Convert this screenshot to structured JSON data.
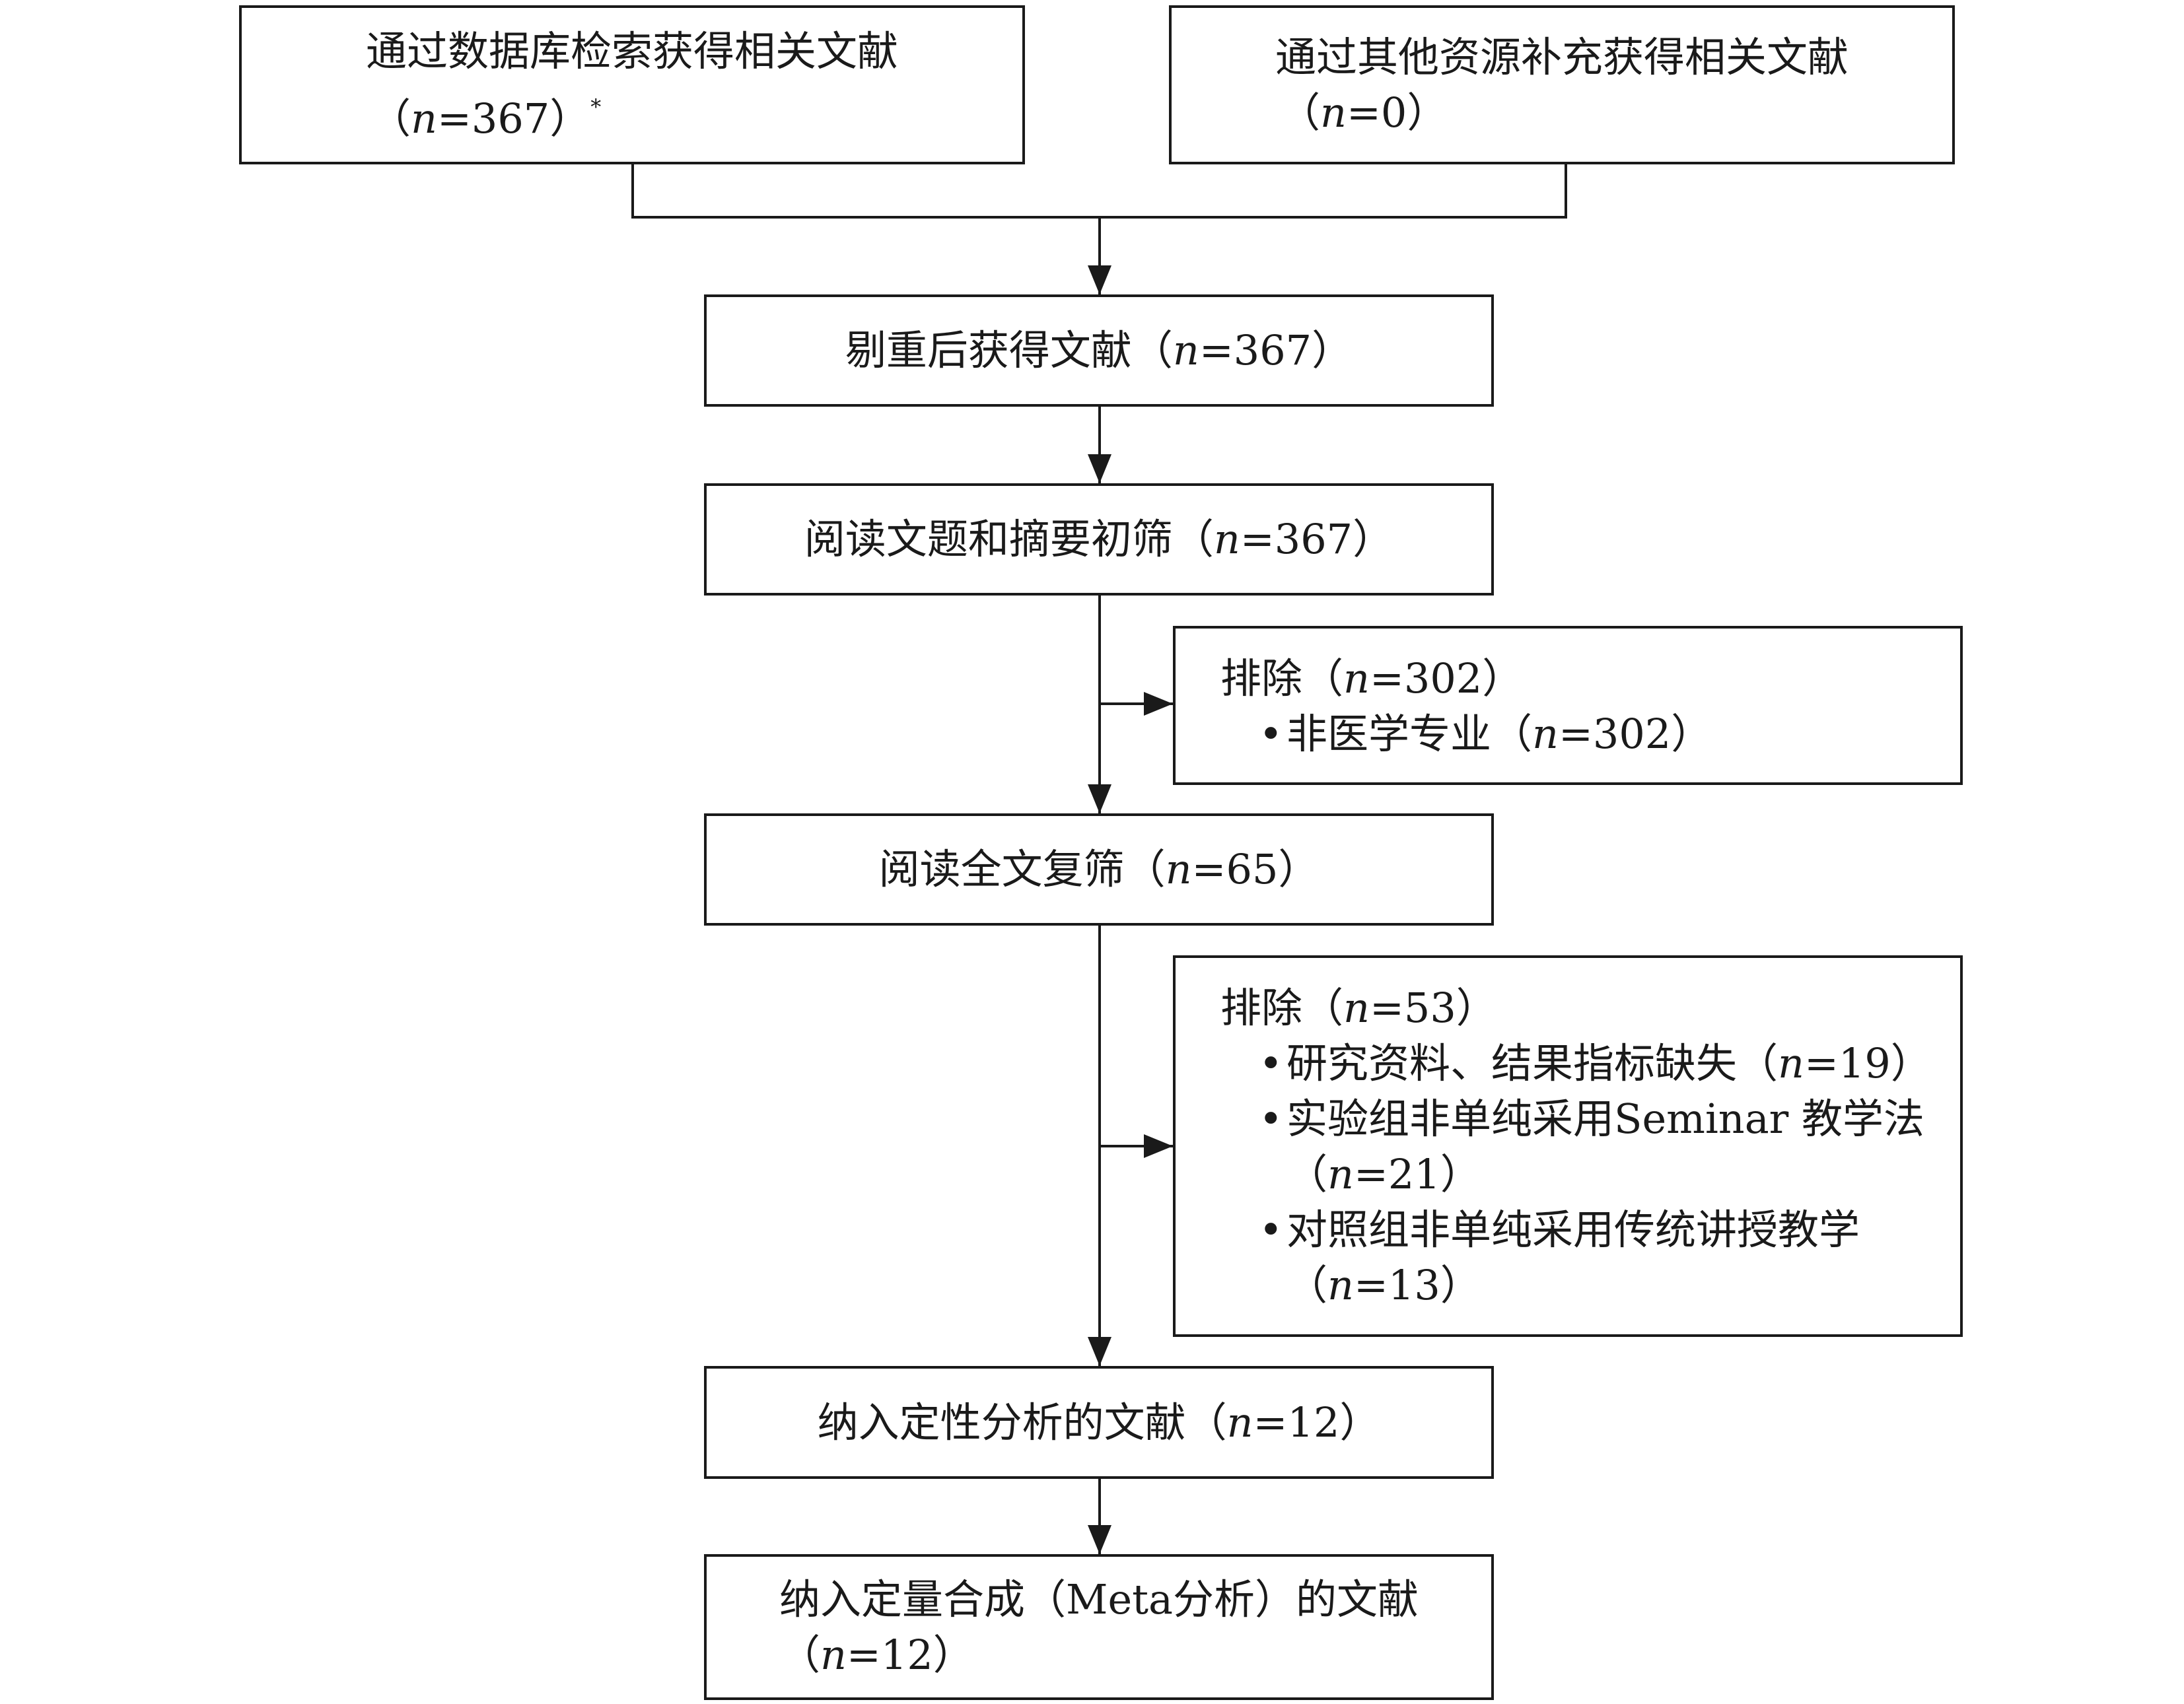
{
  "boxes": {
    "database": {
      "line1": "通过数据库检索获得相关文献",
      "open": "（",
      "n": "n",
      "eq": "=367",
      "close": "）",
      "mark": "*"
    },
    "other_sources": {
      "line1": "通过其他资源补充获得相关文献",
      "open": "（",
      "n": "n",
      "eq": "=0",
      "close": "）"
    },
    "dedup": {
      "text": "剔重后获得文献（",
      "n": "n",
      "eq": "=367",
      "close": "）"
    },
    "title_abstract": {
      "text": "阅读文题和摘要初筛（",
      "n": "n",
      "eq": "=367",
      "close": "）"
    },
    "full_text": {
      "text": "阅读全文复筛（",
      "n": "n",
      "eq": "=65",
      "close": "）"
    },
    "qualitative": {
      "text": "纳入定性分析的文献（",
      "n": "n",
      "eq": "=12",
      "close": "）"
    },
    "quantitative": {
      "line1": "纳入定量合成（Meta分析）的文献",
      "open": "（",
      "n": "n",
      "eq": "=12",
      "close": "）"
    }
  },
  "exclusions": {
    "first": {
      "title": "排除（",
      "n": "n",
      "eq": "=302",
      "close": "）",
      "items": [
        {
          "bullet": "•",
          "text": "非医学专业（",
          "n": "n",
          "eq": "=302",
          "close": "）"
        }
      ]
    },
    "second": {
      "title": "排除（",
      "n": "n",
      "eq": "=53",
      "close": "）",
      "items": [
        {
          "bullet": "•",
          "text": "研究资料、结果指标缺失（",
          "n": "n",
          "eq": "=19",
          "close": "）"
        },
        {
          "bullet": "•",
          "text": "实验组非单纯采用Seminar 教学法",
          "open": "（",
          "n": "n",
          "eq": "=21",
          "close": "）"
        },
        {
          "bullet": "•",
          "text": "对照组非单纯采用传统讲授教学",
          "open": "（",
          "n": "n",
          "eq": "=13",
          "close": "）"
        }
      ]
    }
  }
}
